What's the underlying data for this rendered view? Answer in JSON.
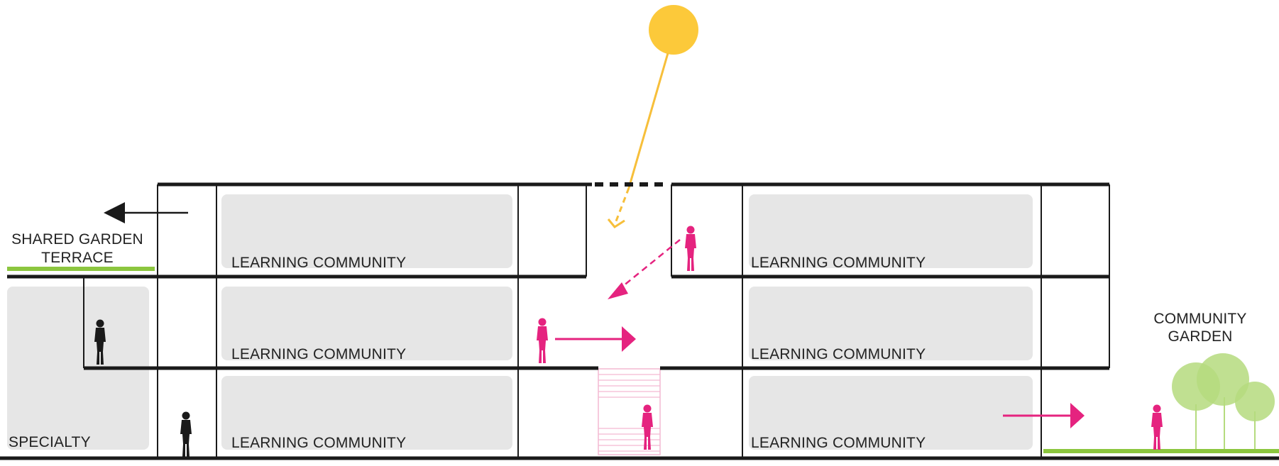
{
  "labels": {
    "shared_garden_line1": "SHARED GARDEN",
    "shared_garden_line2": "TERRACE",
    "community_garden_line1": "COMMUNITY",
    "community_garden_line2": "GARDEN",
    "specialty": "SPECIALTY",
    "learning_community": "LEARNING COMMUNITY"
  },
  "colors": {
    "structure": "#1a1a1a",
    "room_fill": "#e6e6e6",
    "sun": "#fcc93a",
    "sun_ray": "#f7bf3a",
    "movement": "#e5237f",
    "green": "#8cc63f",
    "tree": "#b5db7e",
    "stair": "#f3b9d2"
  },
  "icons": {
    "sun": "sun-icon",
    "tree": "tree-icon",
    "person": "person-icon",
    "arrow": "arrow-icon"
  }
}
